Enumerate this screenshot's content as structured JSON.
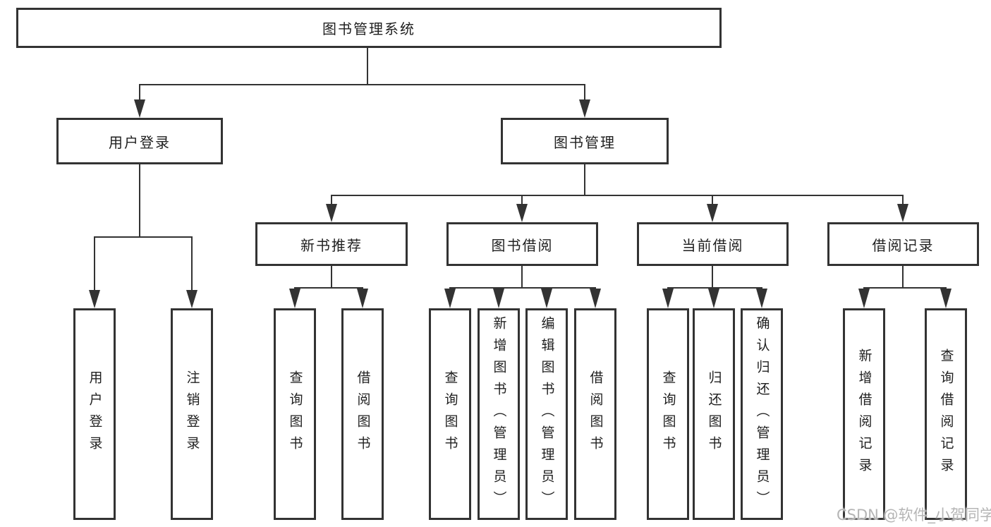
{
  "colors": {
    "background": "#ffffff",
    "line": "#333333",
    "box_border": "#333333",
    "text": "#1f1f1f",
    "watermark_text": "#b5b5b5"
  },
  "tree": {
    "root": "图书管理系统",
    "user_login": {
      "label": "用户登录",
      "children": {
        "login": "用户登录",
        "logout": "注销登录"
      }
    },
    "book_management": {
      "label": "图书管理",
      "children": {
        "new_book_recommend": {
          "label": "新书推荐",
          "children": {
            "query_books": "查询图书",
            "borrow_books": "借阅图书"
          }
        },
        "book_borrow": {
          "label": "图书借阅",
          "children": {
            "query_books": "查询图书",
            "add_books": "新增图书（管理员）",
            "edit_books": "编辑图书（管理员）",
            "borrow_books": "借阅图书"
          }
        },
        "current_borrow": {
          "label": "当前借阅",
          "children": {
            "query_books": "查询图书",
            "return_books": "归还图书",
            "confirm_return": "确认归还（管理员）"
          }
        },
        "borrow_records": {
          "label": "借阅记录",
          "children": {
            "add_record": "新增借阅记录",
            "query_record": "查询借阅记录"
          }
        }
      }
    }
  },
  "watermark": "CSDN @软件_小贺同学"
}
